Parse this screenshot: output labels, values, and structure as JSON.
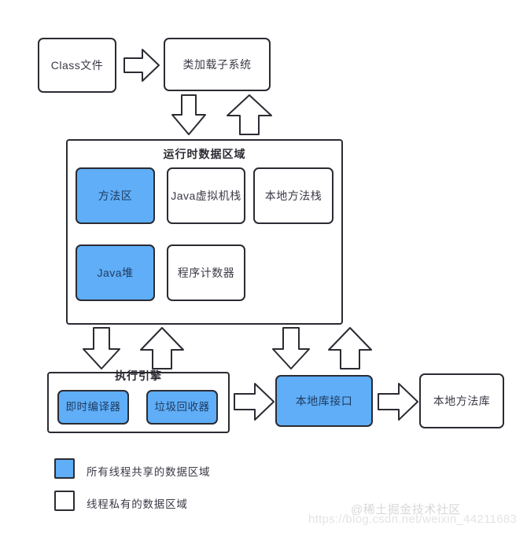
{
  "diagram": {
    "title_visible": false,
    "colors": {
      "shared_fill": "#5faef7",
      "private_fill": "#ffffff",
      "stroke": "#2b2b33",
      "text": "#3a3a46",
      "watermark": "#d8d8d8"
    },
    "nodes": {
      "class_file": "Class文件",
      "class_loader": "类加载子系统",
      "runtime_area_title": "运行时数据区域",
      "method_area": "方法区",
      "jvm_stack": "Java虚拟机栈",
      "native_method_stack": "本地方法栈",
      "java_heap": "Java堆",
      "program_counter": "程序计数器",
      "execution_engine_title": "执行引擎",
      "jit_compiler": "即时编译器",
      "garbage_collector": "垃圾回收器",
      "native_library_interface": "本地库接口",
      "native_method_library": "本地方法库"
    },
    "legend": [
      {
        "swatch": "shared",
        "label": "所有线程共享的数据区域"
      },
      {
        "swatch": "private",
        "label": "线程私有的数据区域"
      }
    ],
    "watermark": {
      "handle": "@稀土掘金技术社区",
      "url": "https://blog.csdn.net/weixin_44211683"
    }
  }
}
